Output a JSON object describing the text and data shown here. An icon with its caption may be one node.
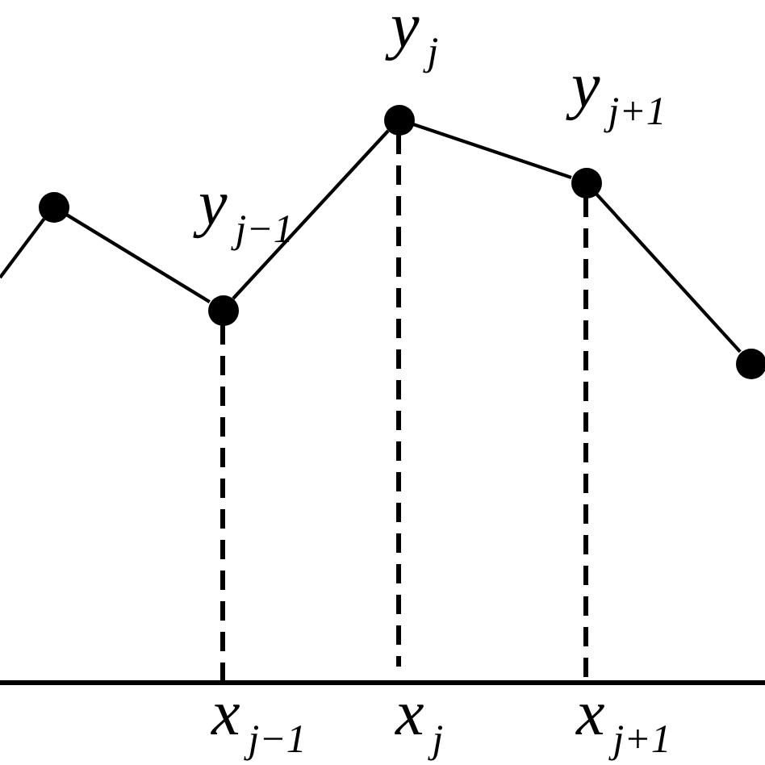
{
  "diagram": {
    "nodes": [
      {
        "text": [],
        "shape": "circle"
      },
      {
        "text": [],
        "shape": "circle",
        "beside": [
          "y$_{j−1}$"
        ]
      },
      {
        "text": [],
        "shape": "circle",
        "beside": [
          "y$_{j}$"
        ]
      },
      {
        "text": [],
        "shape": "circle",
        "beside": [
          "y$_{j+1}$"
        ]
      },
      {
        "text": [],
        "shape": "circle"
      }
    ],
    "edges": [
      {
        "from": null,
        "to": 0,
        "arrow": "none"
      },
      {
        "from": 0,
        "to": 1,
        "arrow": "none"
      },
      {
        "from": 1,
        "to": 2,
        "arrow": "none"
      },
      {
        "from": 2,
        "to": 3,
        "arrow": "none"
      },
      {
        "from": 3,
        "to": 4,
        "arrow": "none"
      },
      {
        "from": 1,
        "to": null,
        "arrow": "none",
        "style": "dashed"
      },
      {
        "from": 2,
        "to": null,
        "arrow": "none",
        "style": "dashed"
      },
      {
        "from": 3,
        "to": null,
        "arrow": "none",
        "style": "dashed"
      }
    ],
    "labels": [
      "x$_{j−1}$",
      "x$_{j}$",
      "x$_{j+1}$"
    ]
  }
}
